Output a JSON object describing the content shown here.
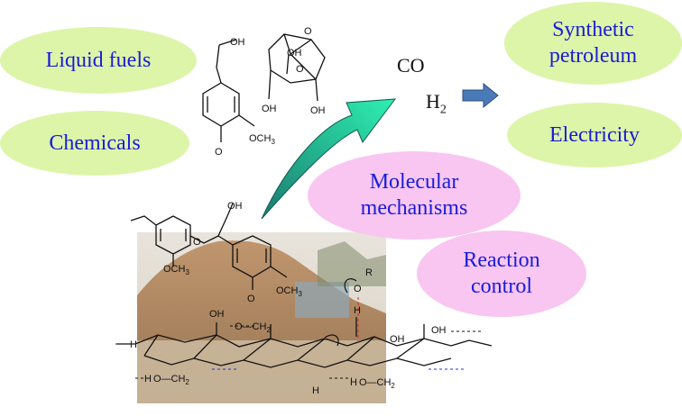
{
  "products_left": {
    "liquid_fuels": "Liquid fuels",
    "chemicals": "Chemicals"
  },
  "products_right": {
    "synthetic_petroleum": [
      "Synthetic",
      "petroleum"
    ],
    "electricity": "Electricity"
  },
  "gases": {
    "co": "CO",
    "h2": "H",
    "h2_subscript": "2"
  },
  "topics": {
    "molecular_mechanisms": [
      "Molecular",
      "mechanisms"
    ],
    "reaction_control": [
      "Reaction",
      "control"
    ]
  },
  "chem_labels": {
    "oh": "OH",
    "o": "O",
    "och3": "OCH3",
    "och3_main": "OCH",
    "och3_sub": "3",
    "o_ring": "O",
    "h": "H",
    "r": "R",
    "ch2": "CH2",
    "och2": "O—CH",
    "och2_sub": "2"
  },
  "colors": {
    "green_ellipse": "#ddf5a8",
    "pink_ellipse": "#f8c6f0",
    "label_text": "#1a1adc",
    "arrow_gradient_start": "#1a7a70",
    "arrow_gradient_end": "#2ef0b0",
    "right_arrow": "#4a7ab8"
  }
}
